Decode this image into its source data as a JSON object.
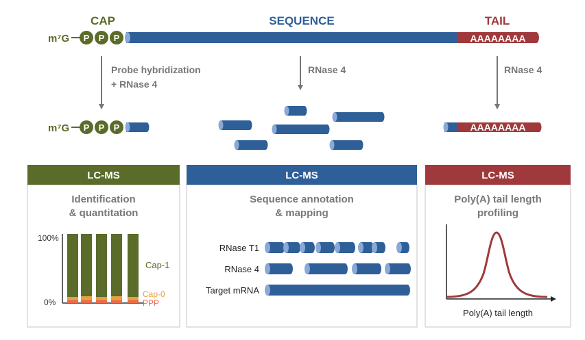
{
  "top": {
    "cap_label": "CAP",
    "sequence_label": "SEQUENCE",
    "tail_label": "TAIL",
    "m7g": "m⁷G",
    "p": "P",
    "tail_text": "AAAAAAAA"
  },
  "steps": {
    "cap_line1": "Probe hybridization",
    "cap_line2": "+ RNase 4",
    "seq": "RNase 4",
    "tail": "RNase 4"
  },
  "products": {
    "m7g": "m⁷G",
    "p": "P",
    "tail_text": "AAAAAAAA"
  },
  "panels": {
    "cap": {
      "header": "LC-MS",
      "title1": "Identification",
      "title2": "& quantitation",
      "label_100": "100%",
      "label_0": "0%",
      "legend_cap1": "Cap-1",
      "legend_cap0": "Cap-0",
      "legend_ppp": "PPP"
    },
    "seq": {
      "header": "LC-MS",
      "title1": "Sequence annotation",
      "title2": "& mapping",
      "row1": "RNase T1",
      "row2": "RNase 4",
      "row3": "Target mRNA"
    },
    "tail": {
      "header": "LC-MS",
      "title1": "Poly(A) tail length",
      "title2": "profiling",
      "xlabel": "Poly(A) tail length"
    }
  },
  "colors": {
    "cap": "#5a6b2a",
    "sequence": "#2f5f98",
    "tail": "#a0393c",
    "arrow": "#777777",
    "cap0": "#e5a13b",
    "ppp": "#e86a4f"
  }
}
